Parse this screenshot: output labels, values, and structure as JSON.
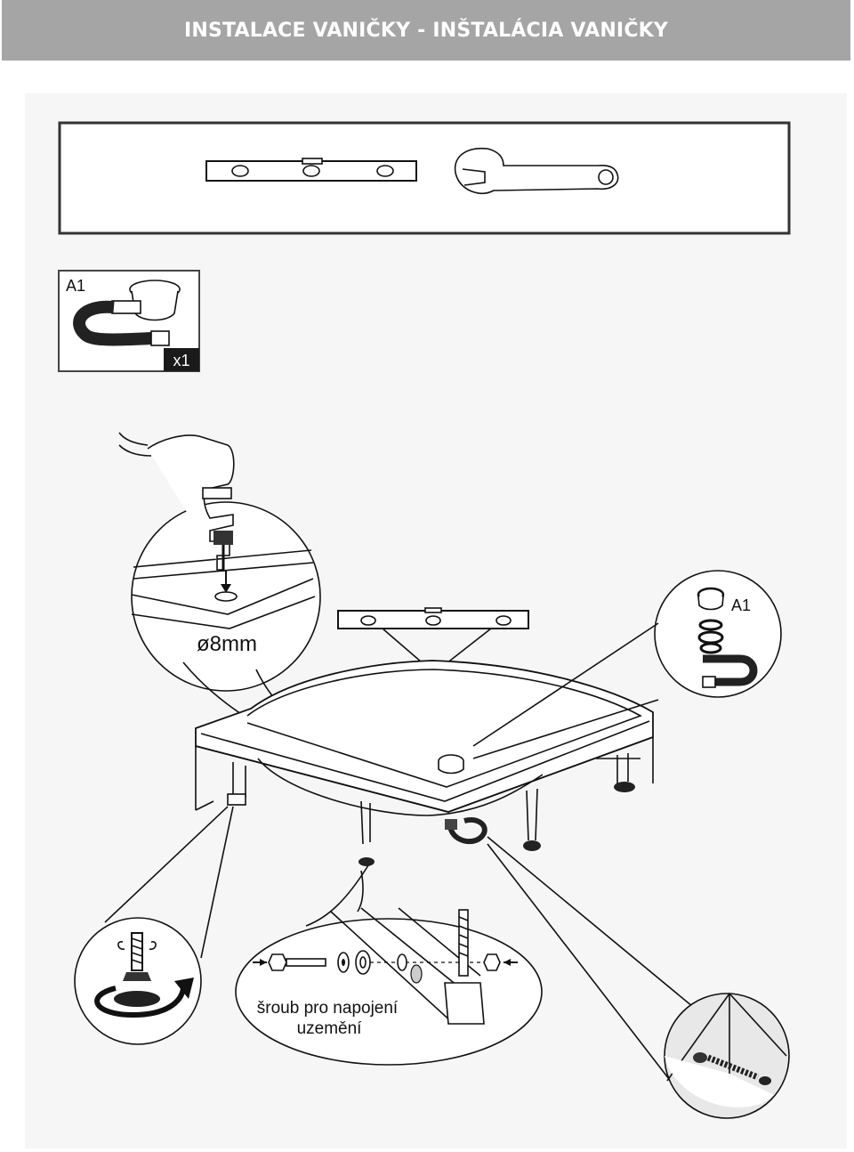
{
  "header": {
    "title": "INSTALACE VANIČKY - INŠTALÁCIA VANIČKY"
  },
  "tools": {
    "icons": [
      "spirit-level-icon",
      "wrench-icon"
    ]
  },
  "part_box": {
    "id": "A1",
    "quantity": "x1",
    "icon": "siphon-icon"
  },
  "drill_detail": {
    "diameter": "ø8mm",
    "icon": "drill-icon"
  },
  "siphon_detail": {
    "id": "A1"
  },
  "grounding_detail": {
    "line1": "šroub pro napojení",
    "line2": "uzemění"
  },
  "colors": {
    "header_bg": "#a5a5a5",
    "header_text": "#ffffff",
    "line": "#111111"
  }
}
